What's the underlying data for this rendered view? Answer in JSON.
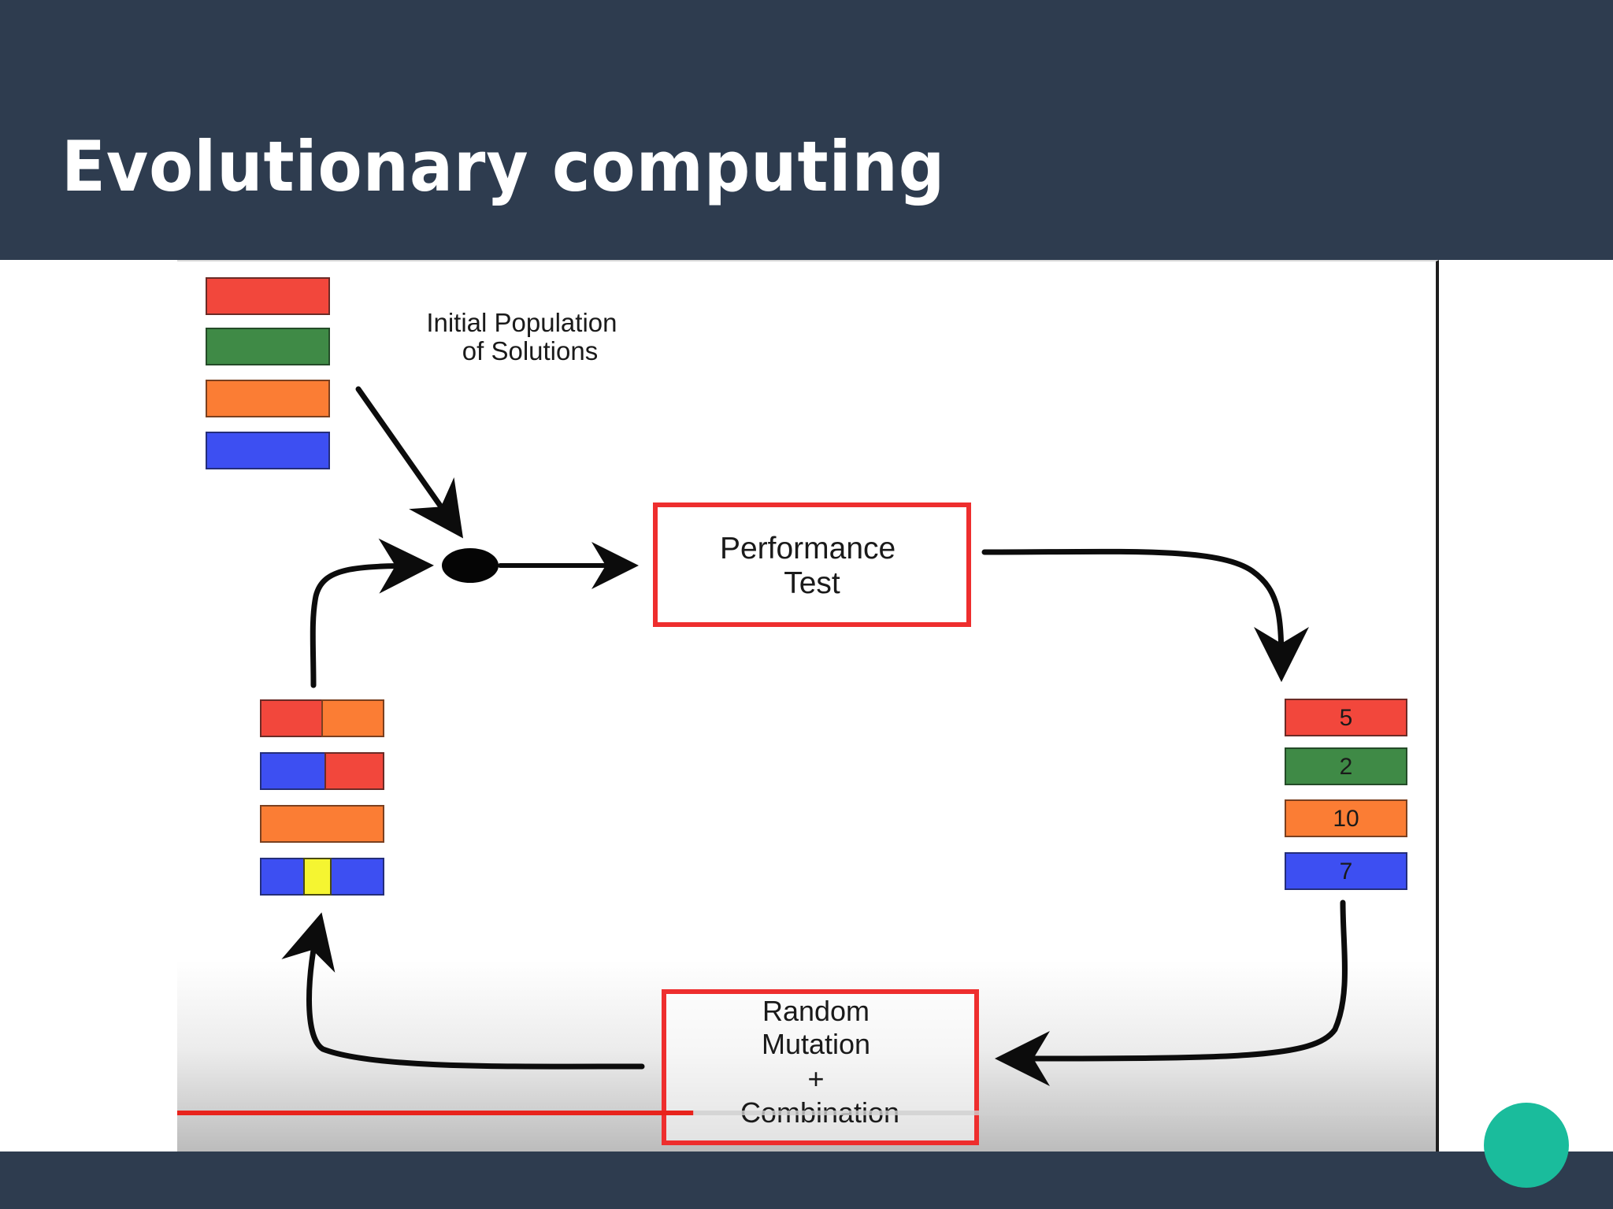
{
  "slide": {
    "title": "Evolutionary computing"
  },
  "diagram": {
    "initial_population_label": [
      "Initial Population",
      "of Solutions"
    ],
    "performance_test_label": [
      "Performance",
      "Test"
    ],
    "random_mutation_label": [
      "Random",
      "Mutation",
      "+",
      "Combination"
    ],
    "fitness_scores": [
      "5",
      "2",
      "10",
      "7"
    ]
  },
  "colors": {
    "header_background": "#2e3c4f",
    "accent_circle": "#1abc9c",
    "red": "#f2473c",
    "green": "#3f8a46",
    "orange": "#fb7d34",
    "blue": "#3d4ff2",
    "yellow": "#f5f531",
    "box_outline": "#ee2e2e",
    "video_progress": "#e8231c"
  },
  "video": {
    "progress_fraction": 0.41
  }
}
